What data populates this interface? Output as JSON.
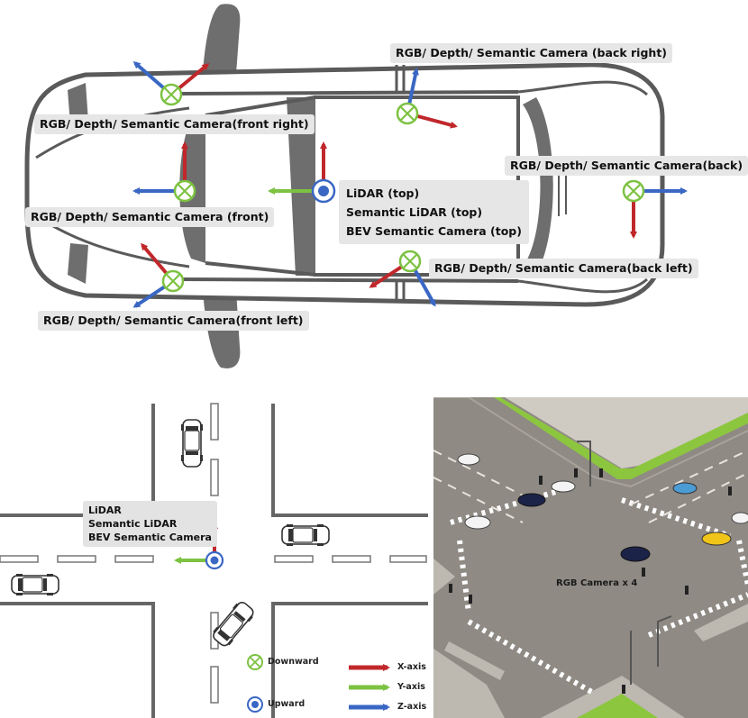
{
  "car_labels": {
    "back_right": "RGB/ Depth/ Semantic Camera (back right)",
    "front_right": "RGB/ Depth/ Semantic Camera(front right)",
    "back": "RGB/ Depth/ Semantic Camera(back)",
    "front": "RGB/ Depth/ Semantic Camera (front)",
    "top_lines": [
      "LiDAR (top)",
      "Semantic LiDAR (top)",
      "BEV Semantic Camera (top)"
    ],
    "back_left": "RGB/ Depth/ Semantic Camera(back left)",
    "front_left": "RGB/ Depth/ Semantic Camera(front left)"
  },
  "intersection_label": [
    "LiDAR",
    "Semantic LiDAR",
    "BEV Semantic Camera"
  ],
  "legend": {
    "downward": "Downward",
    "upward": "Upward",
    "x_axis": "X-axis",
    "y_axis": "Y-axis",
    "z_axis": "Z-axis"
  },
  "scene_label": "RGB Camera x 4",
  "colors": {
    "x_axis": "#c0282b",
    "y_axis": "#7dc242",
    "z_axis": "#3a67c4",
    "car_outline": "#5a5a5a",
    "glass": "#6e6e6e",
    "asphalt": "#8f8a84",
    "grass": "#8cc63f"
  },
  "icons": {
    "downward": "circle-cross-icon",
    "upward": "circle-dot-icon"
  }
}
